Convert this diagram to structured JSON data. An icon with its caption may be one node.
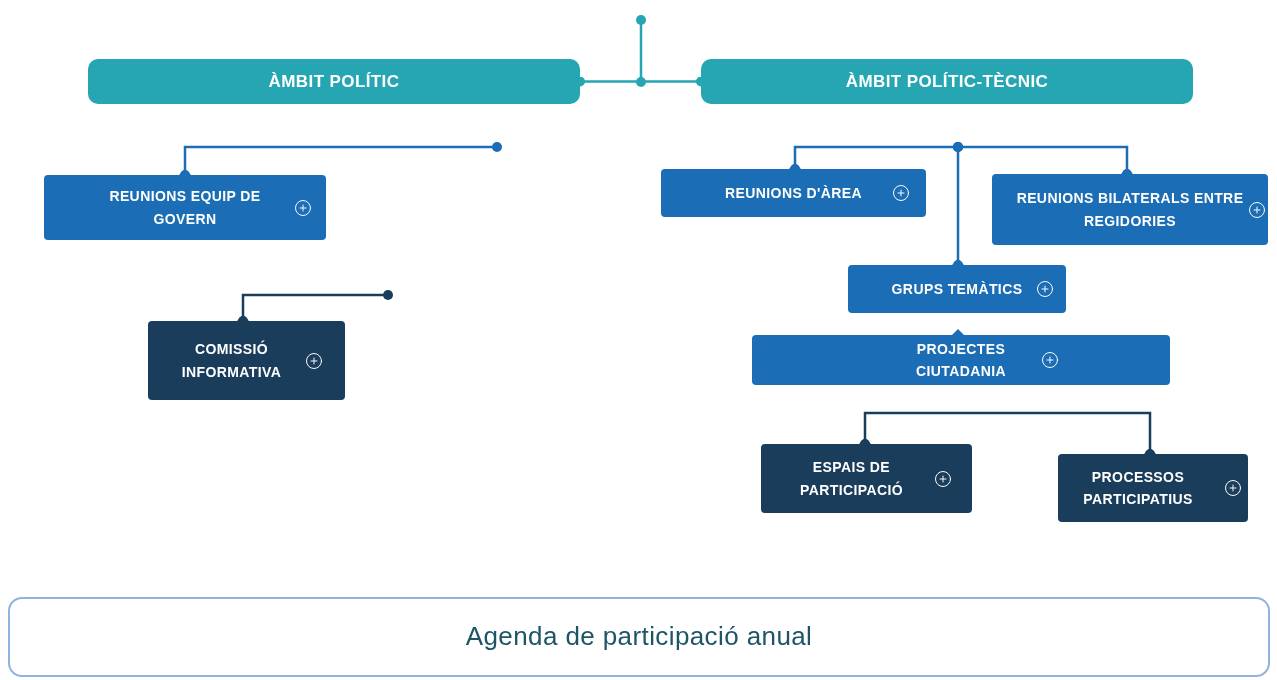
{
  "diagram": {
    "nodes": [
      {
        "text": [
          "ÀMBIT POLÍTIC"
        ]
      },
      {
        "text": [
          "ÀMBIT POLÍTIC-TÈCNIC"
        ]
      },
      {
        "text": [
          "REUNIONS EQUIP DE GOVERN"
        ]
      },
      {
        "text": [
          "COMISSIÓ INFORMATIVA"
        ]
      },
      {
        "text": [
          "REUNIONS D'ÀREA"
        ]
      },
      {
        "text": [
          "REUNIONS BILATERALS ENTRE REGIDORIES"
        ]
      },
      {
        "text": [
          "GRUPS TEMÀTICS"
        ]
      },
      {
        "text": [
          "PROJECTES CIUTADANIA"
        ]
      },
      {
        "text": [
          "ESPAIS DE PARTICIPACIÓ"
        ]
      },
      {
        "text": [
          "PROCESSOS PARTICIPATIUS"
        ]
      },
      {
        "text": [
          "Agenda de participació anual"
        ]
      }
    ],
    "edges": [
      {
        "from": null,
        "to": 0,
        "arrow": "other",
        "color": "#26a6b3"
      },
      {
        "from": null,
        "to": 1,
        "arrow": "other",
        "color": "#26a6b3"
      },
      {
        "from": null,
        "to": 2,
        "arrow": "other"
      },
      {
        "from": null,
        "to": 3,
        "arrow": "other",
        "color": "#1b3d5c"
      },
      {
        "from": null,
        "to": 4,
        "arrow": "other"
      },
      {
        "from": null,
        "to": 5,
        "arrow": "other"
      },
      {
        "from": null,
        "to": 6,
        "arrow": "other"
      },
      {
        "from": 8,
        "to": 9,
        "arrow": "other",
        "color": "#1b3d5c"
      }
    ]
  }
}
